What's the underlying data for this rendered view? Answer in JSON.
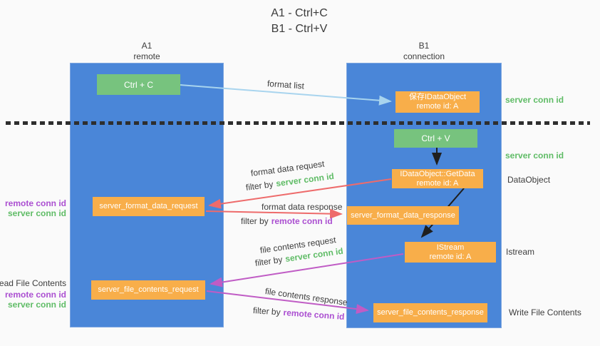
{
  "title": {
    "line1": "A1 - Ctrl+C",
    "line2": "B1 - Ctrl+V"
  },
  "columns": {
    "left": {
      "name": "A1",
      "subtitle": "remote"
    },
    "right": {
      "name": "B1",
      "subtitle": "connection"
    }
  },
  "boxes": {
    "ctrl_c": "Ctrl + C",
    "ctrl_v": "Ctrl + V",
    "save_idataobject": {
      "line1": "保存IDataObject",
      "line2": "remote id: A"
    },
    "getdata": {
      "line1": "IDataObject::GetData",
      "line2": "remote id: A"
    },
    "istream": {
      "line1": "IStream",
      "line2": "remote id: A"
    },
    "format_request": "server_format_data_request",
    "format_response": "server_format_data_response",
    "file_request": "server_file_contents_request",
    "file_response": "server_file_contents_response"
  },
  "flow_labels": {
    "format_list": "format list",
    "format_data_request": "format data request",
    "format_data_response": "format data response",
    "file_contents_request": "file contents request",
    "file_contents_response": "file contents response",
    "filter_by": "filter by",
    "server_conn_id": "server conn id",
    "remote_conn_id": "remote conn id"
  },
  "side_labels": {
    "right": {
      "server_conn_id_1": "server conn id",
      "server_conn_id_2": "server conn id",
      "dataobject": "DataObject",
      "istream": "Istream",
      "write_file_contents": "Write File Contents"
    },
    "left": {
      "remote_conn_id_1": "remote conn id",
      "server_conn_id_1": "server conn id",
      "read_file_contents": "Read File Contents",
      "remote_conn_id_2": "remote conn id",
      "server_conn_id_2": "server conn id"
    }
  },
  "colors": {
    "column_blue": "#4a86d8",
    "box_green": "#77c37e",
    "box_orange": "#f8ae4a",
    "arrow_light_blue": "#a8d4ee",
    "arrow_red": "#ee6b6b",
    "arrow_purple": "#c05cc5",
    "arrow_black": "#1f1f1f",
    "text_green": "#5fbc66",
    "text_purple": "#ab4fd1"
  }
}
